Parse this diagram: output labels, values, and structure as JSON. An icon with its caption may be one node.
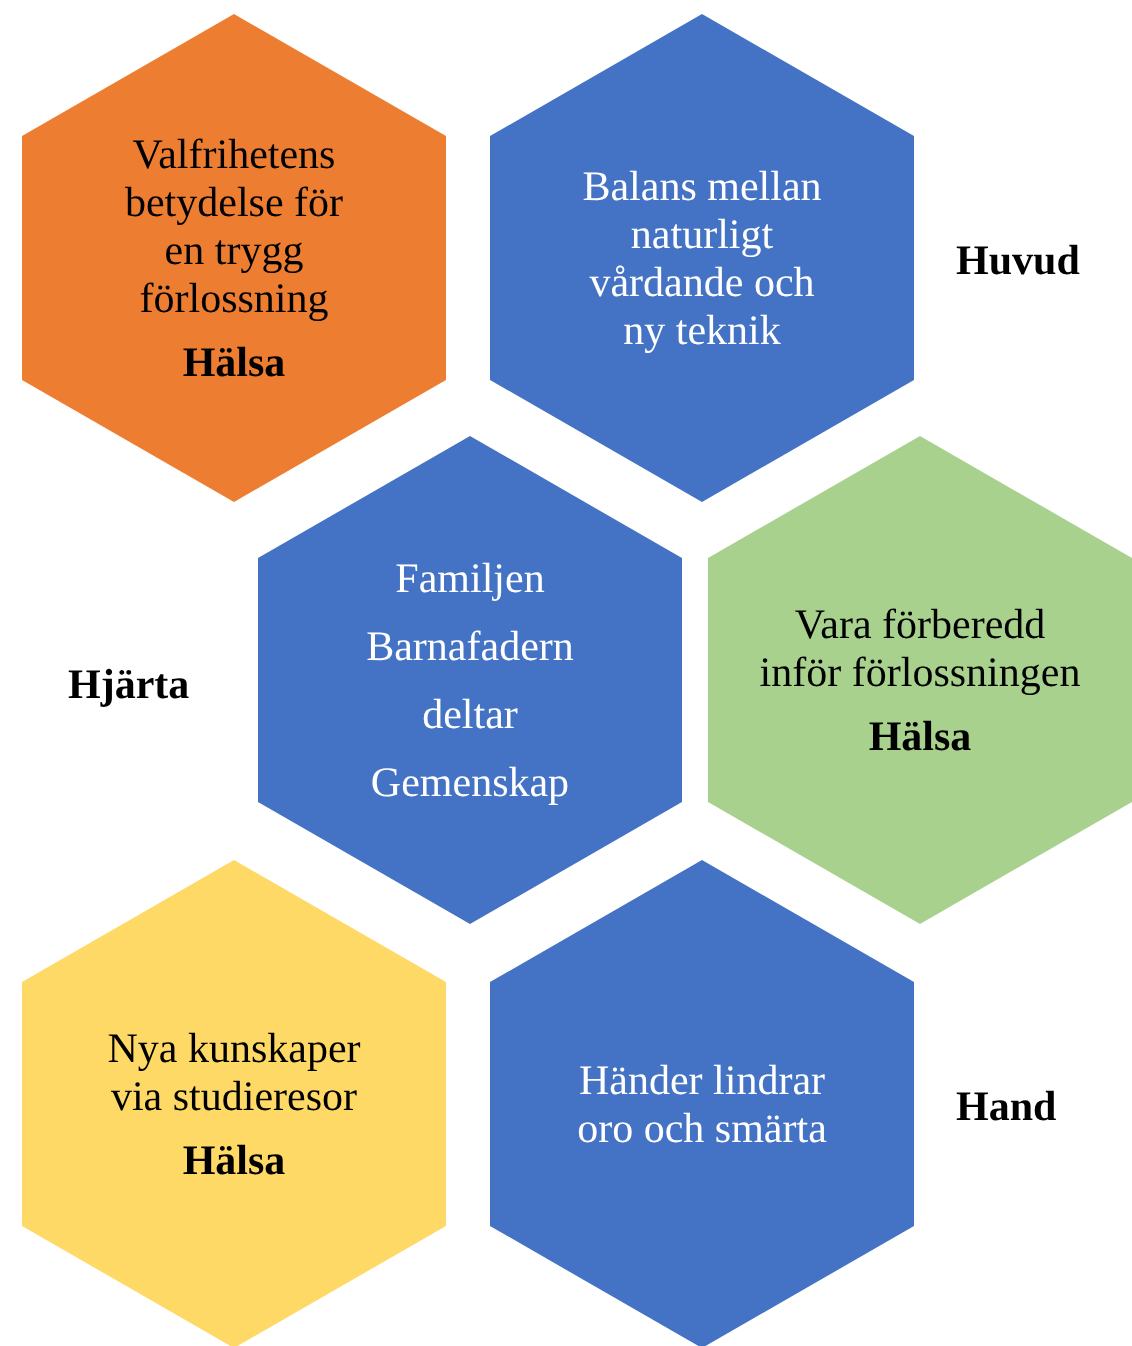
{
  "diagram": {
    "nodes": [
      {
        "text": [
          "Valfrihetens betydelse för en trygg förlossning",
          "Hälsa"
        ]
      },
      {
        "text": [
          "Balans mellan naturligt vårdande och ny teknik"
        ],
        "beside": [
          "Huvud"
        ]
      },
      {
        "text": [
          "Familjen Barnafadern deltar Gemenskap"
        ],
        "beside": [
          "Hjärta"
        ]
      },
      {
        "text": [
          "Vara förberedd inför förlossningen",
          "Hälsa"
        ]
      },
      {
        "text": [
          "Nya kunskaper via studieresor",
          "Hälsa"
        ]
      },
      {
        "text": [
          "Händer lindrar oro och smärta"
        ],
        "beside": [
          "Hand"
        ]
      }
    ],
    "edges": []
  }
}
